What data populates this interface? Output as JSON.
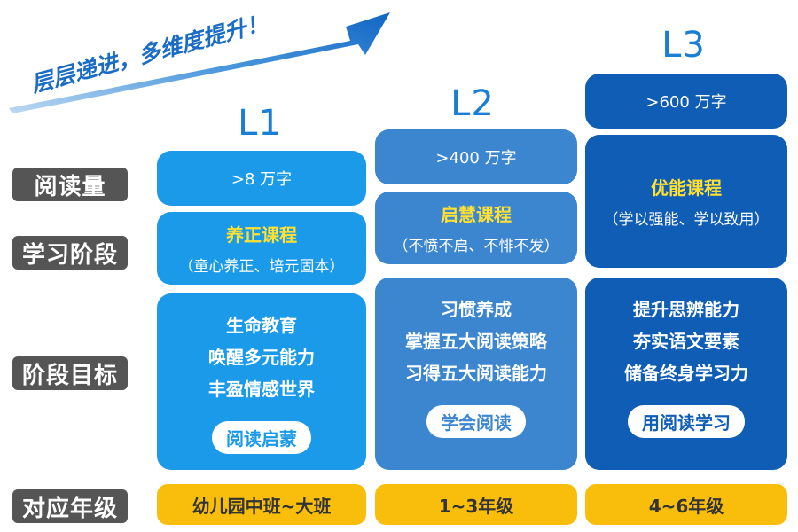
{
  "slogan": "层层递进，多维度提升！",
  "row_labels": {
    "reading_volume": "阅读量",
    "learning_stage": "学习阶段",
    "stage_goals": "阶段目标",
    "grade_level": "对应年级"
  },
  "levels": [
    {
      "level": "L1",
      "reading_amount": ">8 万字",
      "course_name": "养正课程",
      "course_subtitle": "（童心养正、培元固本）",
      "goals": [
        "生命教育",
        "唤醒多元能力",
        "丰盈情感世界"
      ],
      "goal_pill": "阅读启蒙",
      "grade": "幼儿园中班~大班"
    },
    {
      "level": "L2",
      "reading_amount": ">400 万字",
      "course_name": "启慧课程",
      "course_subtitle": "（不愤不启、不悱不发）",
      "goals": [
        "习惯养成",
        "掌握五大阅读策略",
        "习得五大阅读能力"
      ],
      "goal_pill": "学会阅读",
      "grade": "1~3年级"
    },
    {
      "level": "L3",
      "reading_amount": ">600 万字",
      "course_name": "优能课程",
      "course_subtitle": "（学以强能、学以致用）",
      "goals": [
        "提升思辨能力",
        "夯实语文要素",
        "储备终身学习力"
      ],
      "goal_pill": "用阅读学习",
      "grade": "4~6年级"
    }
  ],
  "colors": {
    "level1": "#1a9ae8",
    "level2": "#3b86cf",
    "level3": "#0f5db4",
    "heading": "#1a7fd4",
    "course_name": "#ffe033",
    "grade_bg": "#f9be0c",
    "row_label_bg": "#555555"
  }
}
